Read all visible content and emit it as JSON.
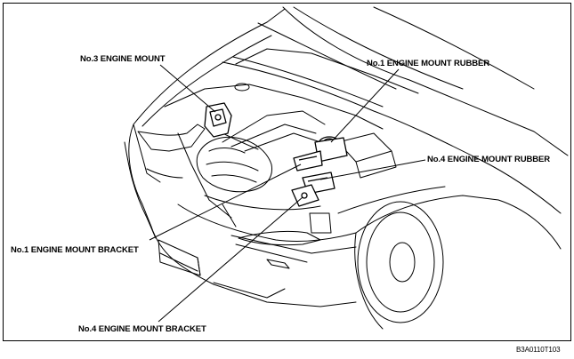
{
  "labels": {
    "no3_mount": "No.3 ENGINE MOUNT",
    "no1_rubber": "No.1 ENGINE MOUNT RUBBER",
    "no4_rubber": "No.4 ENGINE MOUNT RUBBER",
    "no1_bracket": "No.1 ENGINE MOUNT BRACKET",
    "no4_bracket": "No.4 ENGINE MOUNT BRACKET"
  },
  "figure_code": "B3A0110T103"
}
